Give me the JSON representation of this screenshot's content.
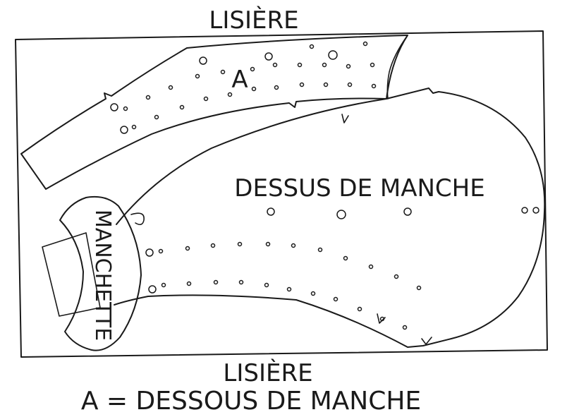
{
  "labels": {
    "selvedge_top": "LISIÈRE",
    "selvedge_bottom": "LISIÈRE",
    "piece_a": "A",
    "upper_sleeve": "DESSUS DE MANCHE",
    "cuff": "MANCHETTE",
    "legend": "A = DESSOUS DE MANCHE"
  },
  "colors": {
    "ink": "#1a1a1a",
    "paper": "#ffffff"
  }
}
